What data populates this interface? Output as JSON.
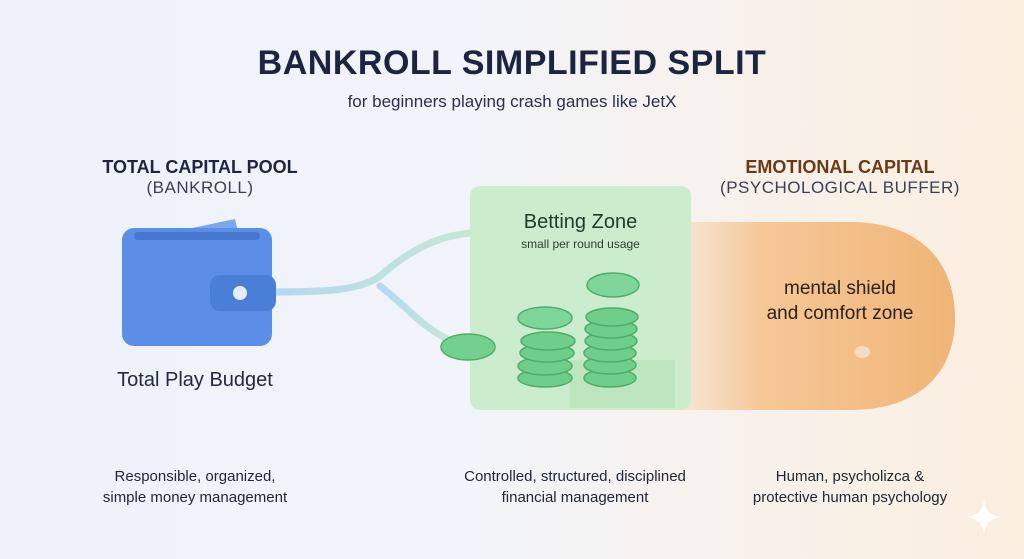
{
  "title": "BANKROLL SIMPLIFIED SPLIT",
  "subtitle": "for beginners playing crash games like JetX",
  "left_section": {
    "heading": "TOTAL CAPITAL POOL",
    "subheading": "(BANKROLL)",
    "icon": "wallet-icon",
    "label": "Total Play Budget",
    "description_lines": [
      "Responsible, organized,",
      "simple money management"
    ]
  },
  "middle_section": {
    "title": "Betting Zone",
    "subtitle": "small per round usage",
    "icon": "coin-stack-icon",
    "description_lines": [
      "Controlled, structured, disciplined",
      "financial management"
    ]
  },
  "right_section": {
    "heading": "EMOTIONAL CAPITAL",
    "subheading": "(PSYCHOLOGICAL BUFFER)",
    "text_lines": [
      "mental shield",
      "and comfort zone"
    ],
    "description_lines": [
      "Human, psycholizca &",
      "protective human psychology"
    ]
  },
  "colors": {
    "wallet_blue": "#5b8ee6",
    "zone_green": "#c8ecc8",
    "coin_green": "#6fcf8a",
    "shield_orange": "#f3b879",
    "emotional_heading": "#6b3a14"
  }
}
